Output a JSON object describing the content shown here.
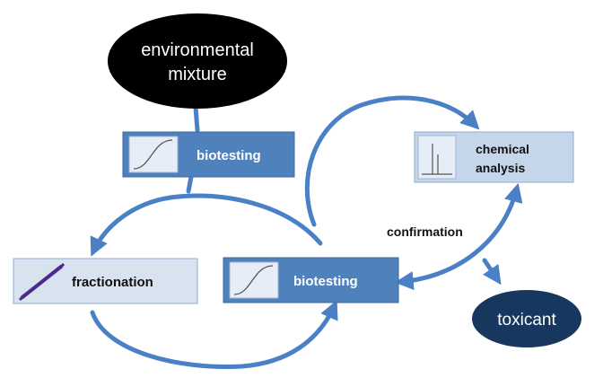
{
  "nodes": {
    "environmental_mixture": {
      "line1": "environmental",
      "line2": "mixture"
    },
    "biotesting_top": {
      "label": "biotesting"
    },
    "fractionation": {
      "label": "fractionation"
    },
    "biotesting_center": {
      "label": "biotesting"
    },
    "chemical_analysis": {
      "line1": "chemical",
      "line2": "analysis"
    },
    "toxicant": {
      "label": "toxicant"
    }
  },
  "edges": {
    "confirmation": {
      "label": "confirmation"
    }
  },
  "colors": {
    "arrow_blue": "#4a80c6",
    "box_blue": "#4f81bd",
    "box_light": "#c6d6ea",
    "icon_bg": "#e6edf6",
    "black_ellipse": "#000000",
    "navy_ellipse": "#17375e",
    "purple_icon": "#4a2a8a"
  },
  "icons": [
    "sigmoid-curve-icon",
    "chromatogram-icon",
    "chromatography-column-icon"
  ]
}
